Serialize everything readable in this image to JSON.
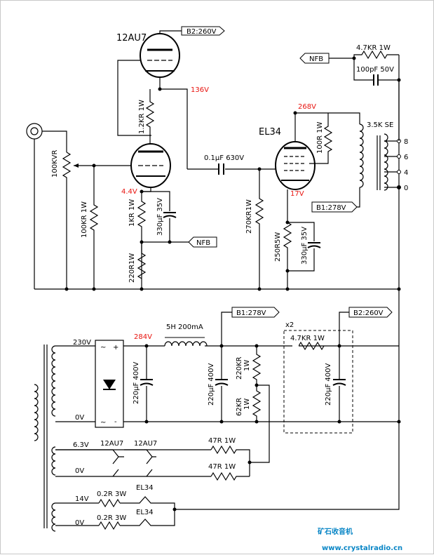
{
  "tubes": {
    "v1": "12AU7",
    "v2": "EL34"
  },
  "voltages": {
    "v1_anode": "136V",
    "v1_cathode": "4.4V",
    "el34_anode": "268V",
    "el34_cathode": "17V",
    "ps_first": "284V"
  },
  "tags": {
    "b2_top": "B2:260V",
    "nfb_top": "NFB",
    "nfb_mid": "NFB",
    "b1_out": "B1:278V",
    "b1_ps": "B1:278V",
    "b2_ps": "B2:260V"
  },
  "parts": {
    "vol": "100KVR",
    "r_grid": "100KR 1W",
    "r_plate1": "1.2KR 1W",
    "r_k1": "1KR 1W",
    "c_k1": "330μF 35V",
    "r_k1b": "220R1W",
    "c_coup": "0.1μF 630V",
    "r_g2": "270KR1W",
    "r_k2": "250R5W",
    "c_k2": "330μF 35V",
    "r_g2s": "100R 1W",
    "ot": "3.5K SE",
    "r_fb": "4.7KR 1W",
    "c_fb": "100pF 50V",
    "choke": "5H 200mA",
    "c1": "220μF 400V",
    "c2": "220μF 400V",
    "r_div1": "220KR 1W",
    "r_div2": "62KR 1W",
    "x2": "x2",
    "r_dec": "4.7KR 1W",
    "c3": "220μF 400V",
    "r_h1": "47R 1W",
    "r_h2": "47R 1W",
    "r_h3": "0.2R 3W",
    "r_h4": "0.2R 3W"
  },
  "taps": [
    "8",
    "6",
    "4",
    "0"
  ],
  "transformer": {
    "t230": "230V",
    "t0a": "0V",
    "t63": "6.3V",
    "t0b": "0V",
    "t14": "14V",
    "t0c": "0V"
  },
  "rect": {
    "ac1": "~",
    "plus": "+",
    "ac2": "~",
    "minus": "-"
  },
  "heaters": {
    "h1": "12AU7",
    "h2": "12AU7",
    "h3": "EL34",
    "h4": "EL34"
  },
  "watermark": {
    "cn": "矿石收音机",
    "url": "www.crystalradio.cn"
  }
}
